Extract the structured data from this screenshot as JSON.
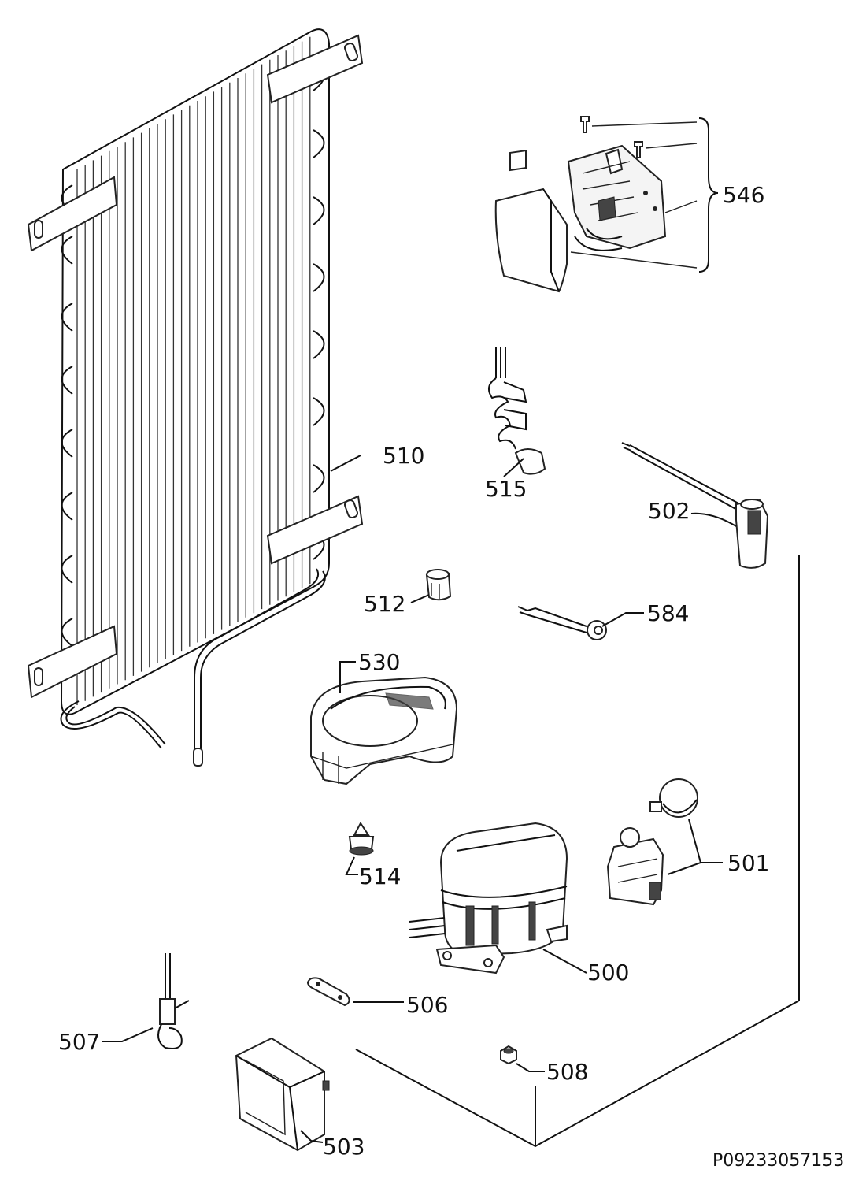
{
  "labels": {
    "p500": "500",
    "p501": "501",
    "p502": "502",
    "p503": "503",
    "p506": "506",
    "p507": "507",
    "p508": "508",
    "p510": "510",
    "p512": "512",
    "p514": "514",
    "p515": "515",
    "p530": "530",
    "p546": "546",
    "p584": "584"
  },
  "reference": "P09233057153"
}
